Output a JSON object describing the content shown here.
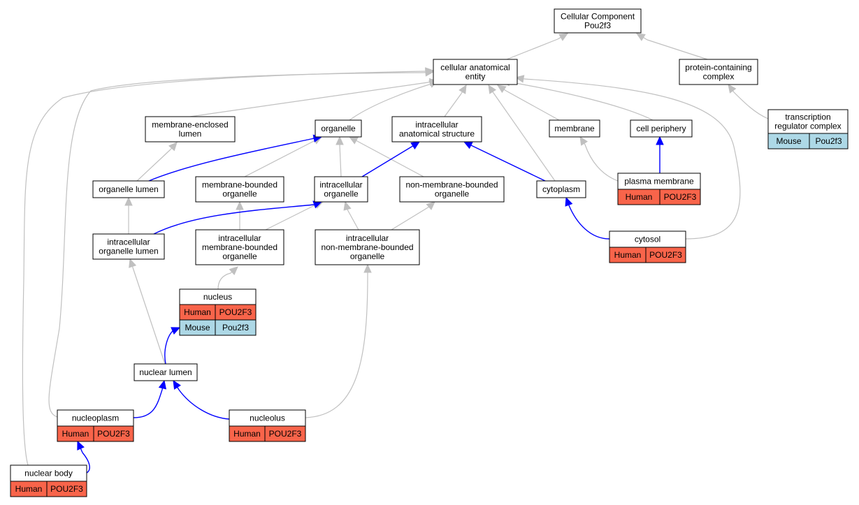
{
  "nodes": {
    "root": {
      "lines": [
        "Cellular Component",
        "Pou2f3"
      ]
    },
    "cae": {
      "lines": [
        "cellular anatomical",
        "entity"
      ]
    },
    "pcc": {
      "lines": [
        "protein-containing",
        "complex"
      ]
    },
    "trc": {
      "lines": [
        "transcription",
        "regulator complex"
      ],
      "mouse": [
        "Mouse",
        "Pou2f3"
      ]
    },
    "mel": {
      "lines": [
        "membrane-enclosed",
        "lumen"
      ]
    },
    "organelle": {
      "lines": [
        "organelle"
      ]
    },
    "ias": {
      "lines": [
        "intracellular",
        "anatomical structure"
      ]
    },
    "membrane": {
      "lines": [
        "membrane"
      ]
    },
    "cellperiphery": {
      "lines": [
        "cell periphery"
      ]
    },
    "olumen": {
      "lines": [
        "organelle lumen"
      ]
    },
    "mbo": {
      "lines": [
        "membrane-bounded",
        "organelle"
      ]
    },
    "io": {
      "lines": [
        "intracellular",
        "organelle"
      ]
    },
    "nmbo": {
      "lines": [
        "non-membrane-bounded",
        "organelle"
      ]
    },
    "cytoplasm": {
      "lines": [
        "cytoplasm"
      ]
    },
    "pm": {
      "lines": [
        "plasma membrane"
      ],
      "human": [
        "Human",
        "POU2F3"
      ]
    },
    "iol": {
      "lines": [
        "intracellular",
        "organelle lumen"
      ]
    },
    "imbo": {
      "lines": [
        "intracellular",
        "membrane-bounded",
        "organelle"
      ]
    },
    "inmbo": {
      "lines": [
        "intracellular",
        "non-membrane-bounded",
        "organelle"
      ]
    },
    "cytosol": {
      "lines": [
        "cytosol"
      ],
      "human": [
        "Human",
        "POU2F3"
      ]
    },
    "nucleus": {
      "lines": [
        "nucleus"
      ],
      "human": [
        "Human",
        "POU2F3"
      ],
      "mouse": [
        "Mouse",
        "Pou2f3"
      ]
    },
    "nlumen": {
      "lines": [
        "nuclear lumen"
      ]
    },
    "nucleoplasm": {
      "lines": [
        "nucleoplasm"
      ],
      "human": [
        "Human",
        "POU2F3"
      ]
    },
    "nucleolus": {
      "lines": [
        "nucleolus"
      ],
      "human": [
        "Human",
        "POU2F3"
      ]
    },
    "nbody": {
      "lines": [
        "nuclear body"
      ],
      "human": [
        "Human",
        "POU2F3"
      ]
    }
  },
  "colors": {
    "human": "#f8644a",
    "mouse": "#add8e6",
    "edge_default": "#c0c0c0",
    "edge_highlight": "#0000ff"
  }
}
